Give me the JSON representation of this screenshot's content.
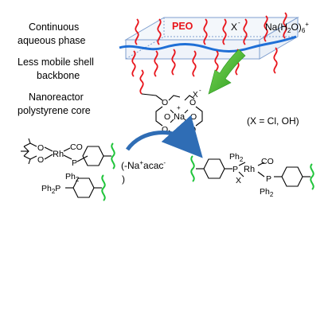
{
  "labels": {
    "continuous_1": "Continuous",
    "continuous_2": "aqueous phase",
    "shell_1": "Less mobile shell",
    "shell_2": "backbone",
    "nano_1": "Nanoreactor",
    "nano_2": "polystyrene core",
    "peo": "PEO",
    "counter_anion": "X",
    "anion_charge": "-",
    "sodium_hydrate": "Na(H",
    "hydrate_sub_2": "2",
    "hydrate_o": "O)",
    "hydrate_sub_6": "6",
    "hydrate_plus": "+",
    "x_definition": "(X = Cl, OH)",
    "loss_1": "(-Na",
    "loss_plus": "+",
    "loss_acac": "acac",
    "loss_minus": "-",
    "loss_2": ")"
  },
  "crown": {
    "o": "O",
    "na": "Na",
    "plus": "+",
    "x": "X"
  },
  "left_complex": {
    "rh": "Rh",
    "co": "CO",
    "p": "P",
    "ph": "Ph",
    "sub2": "2",
    "o": "O",
    "ph2p_ph": "Ph",
    "ph2p_sub": "2",
    "ph2p_p": "P"
  },
  "right_complex": {
    "rh": "Rh",
    "co": "CO",
    "p": "P",
    "ph": "Ph",
    "sub2": "2",
    "x": "X"
  },
  "colors": {
    "peo_chain": "#e8141b",
    "backbone": "#1f6fd6",
    "green_chain": "#1fc43a",
    "arrow_green": "#3ba829",
    "curved_arrow": "#2f6db5",
    "box": "#7f9fcf",
    "peo_text": "#e8141b"
  }
}
